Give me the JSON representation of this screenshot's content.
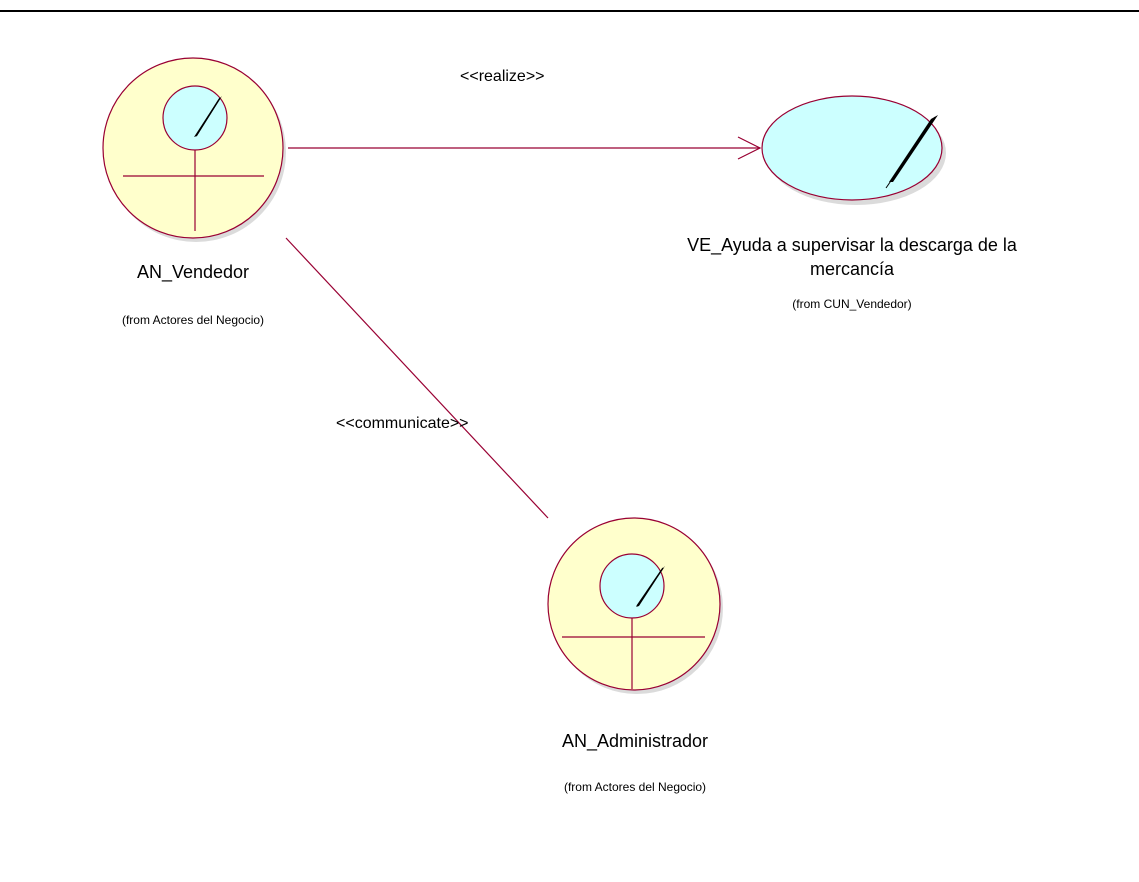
{
  "diagram": {
    "actors": [
      {
        "name": "AN_Vendedor",
        "package": "(from Actores del Negocio)"
      },
      {
        "name": "AN_Administrador",
        "package": "(from Actores del Negocio)"
      }
    ],
    "use_case": {
      "name_line1": "VE_Ayuda a supervisar la descarga de la",
      "name_line2": "mercancía",
      "package": "(from CUN_Vendedor)"
    },
    "relations": {
      "realize": "<<realize>>",
      "communicate": "<<communicate>>"
    },
    "colors": {
      "actor_fill": "#ffffcc",
      "head_fill": "#ccffff",
      "usecase_fill": "#ccffff",
      "connector": "#990033",
      "outline": "#990033"
    }
  }
}
